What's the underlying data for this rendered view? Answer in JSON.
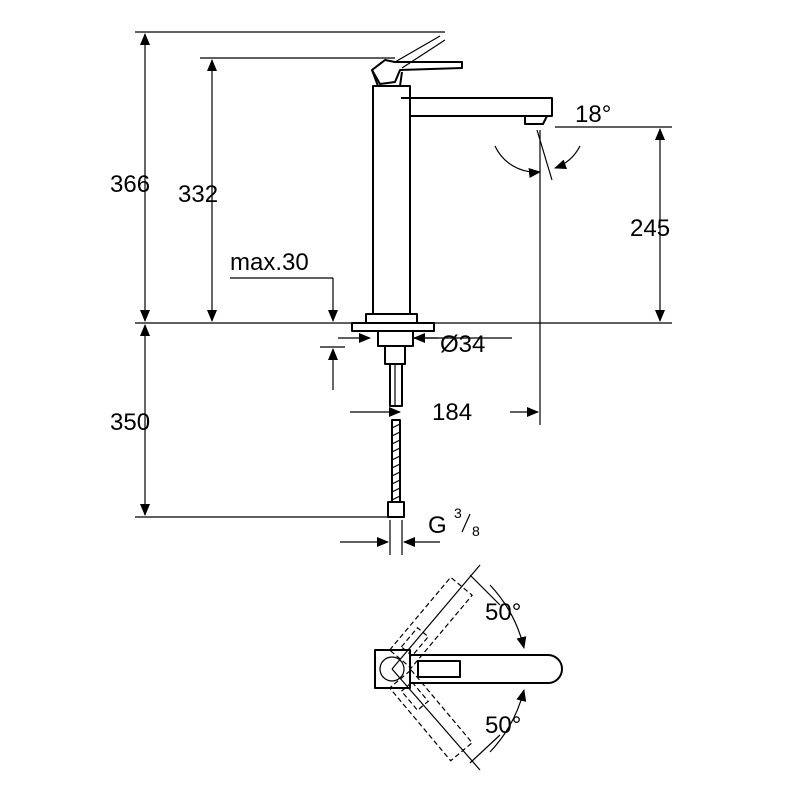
{
  "dimensions": {
    "overall_height": "366",
    "lever_height": "332",
    "max_deck": "max.30",
    "spout_height": "245",
    "spout_angle": "18°",
    "hole_diameter": "Ø34",
    "spout_reach": "184",
    "hose_length": "350",
    "thread_prefix": "G",
    "thread_num": "3",
    "thread_den": "8",
    "rotation_upper": "50°",
    "rotation_lower": "50°"
  }
}
